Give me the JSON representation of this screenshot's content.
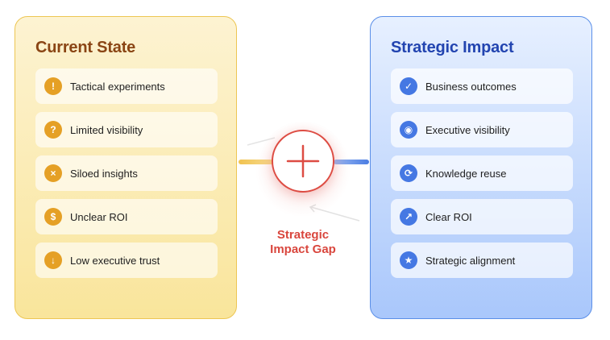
{
  "left_panel": {
    "title": "Current State",
    "items": [
      {
        "label": "Tactical experiments",
        "icon": "exclamation-icon",
        "glyph": "!"
      },
      {
        "label": "Limited visibility",
        "icon": "question-icon",
        "glyph": "?"
      },
      {
        "label": "Siloed insights",
        "icon": "cross-icon",
        "glyph": "×"
      },
      {
        "label": "Unclear ROI",
        "icon": "dollar-icon",
        "glyph": "$"
      },
      {
        "label": "Low executive trust",
        "icon": "arrow-down-icon",
        "glyph": "↓"
      }
    ],
    "accent": "#e5a025",
    "title_color": "#8a4514"
  },
  "right_panel": {
    "title": "Strategic Impact",
    "items": [
      {
        "label": "Business outcomes",
        "icon": "checkmark-icon",
        "glyph": "✓"
      },
      {
        "label": "Executive visibility",
        "icon": "target-icon",
        "glyph": "◉"
      },
      {
        "label": "Knowledge reuse",
        "icon": "refresh-icon",
        "glyph": "⟳"
      },
      {
        "label": "Clear ROI",
        "icon": "arrow-up-right-icon",
        "glyph": "↗"
      },
      {
        "label": "Strategic alignment",
        "icon": "star-icon",
        "glyph": "★"
      }
    ],
    "accent": "#4578e3",
    "title_color": "#2244b0"
  },
  "gap": {
    "label_line1": "Strategic",
    "label_line2": "Impact Gap",
    "icon": "plus-icon",
    "color": "#dd4c43"
  }
}
